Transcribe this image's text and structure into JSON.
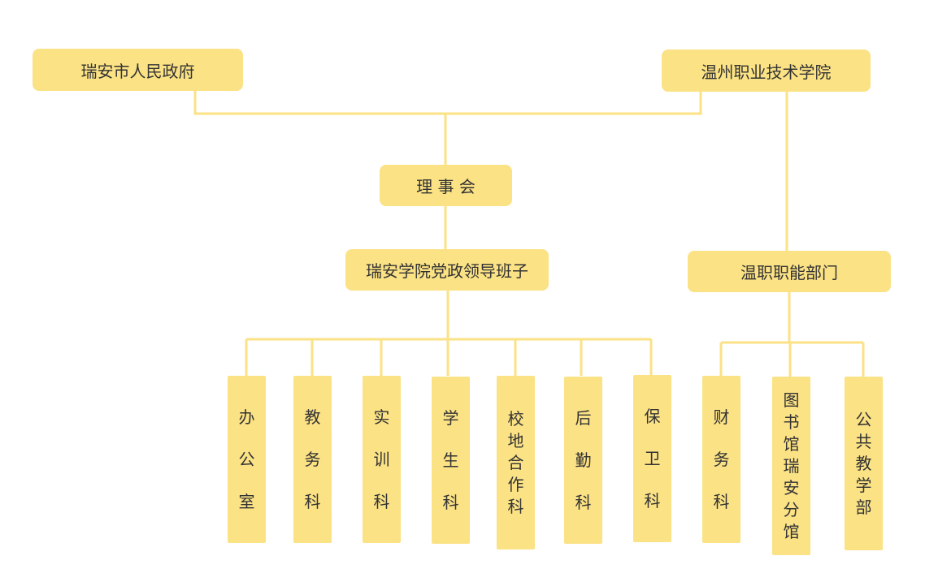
{
  "diagram": {
    "line_color": "#fbe285",
    "box_color": "#fbe285",
    "text_color": "#333333",
    "nodes": {
      "ruian_government": "瑞安市人民政府",
      "wenzhou_polytechnic": "温州职业技术学院",
      "board": "理 事 会",
      "party_leadership": "瑞安学院党政领导班子",
      "wenzhi_departments": "温职职能部门"
    },
    "departments": [
      "办公室",
      "教务科",
      "实训科",
      "学生科",
      "校地合作科",
      "后勤科",
      "保卫科"
    ],
    "wenzhi_units": [
      "财务科",
      "图书馆瑞安分馆",
      "公共教学部"
    ]
  }
}
